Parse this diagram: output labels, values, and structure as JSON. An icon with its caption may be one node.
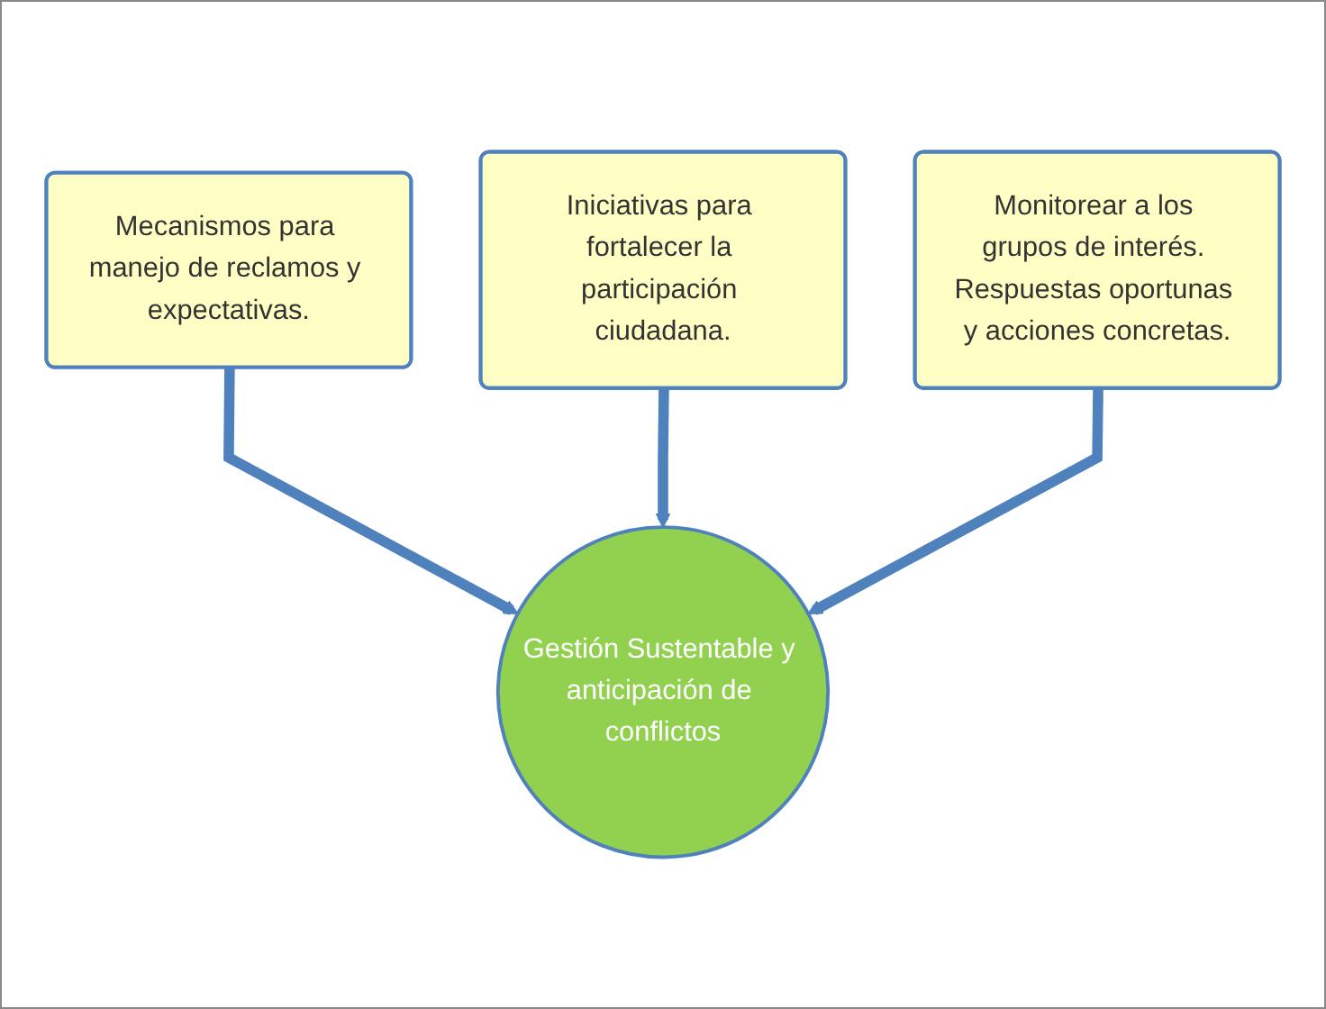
{
  "diagram": {
    "nodes": [
      {
        "text": [
          "Mecanismos para manejo de reclamos y expectativas."
        ]
      },
      {
        "text": [
          "Iniciativas para fortalecer la participación ciudadana."
        ]
      },
      {
        "text": [
          "Monitorear a los grupos de interés. Respuestas oportunas y acciones concretas."
        ]
      },
      {
        "text": [
          "Gestión Sustentable y anticipación de conflictos"
        ]
      }
    ],
    "edges": [
      {
        "from": 0,
        "to": 3,
        "arrow": "to"
      },
      {
        "from": 1,
        "to": 3,
        "arrow": "to"
      },
      {
        "from": 2,
        "to": 3,
        "arrow": "to"
      }
    ]
  }
}
